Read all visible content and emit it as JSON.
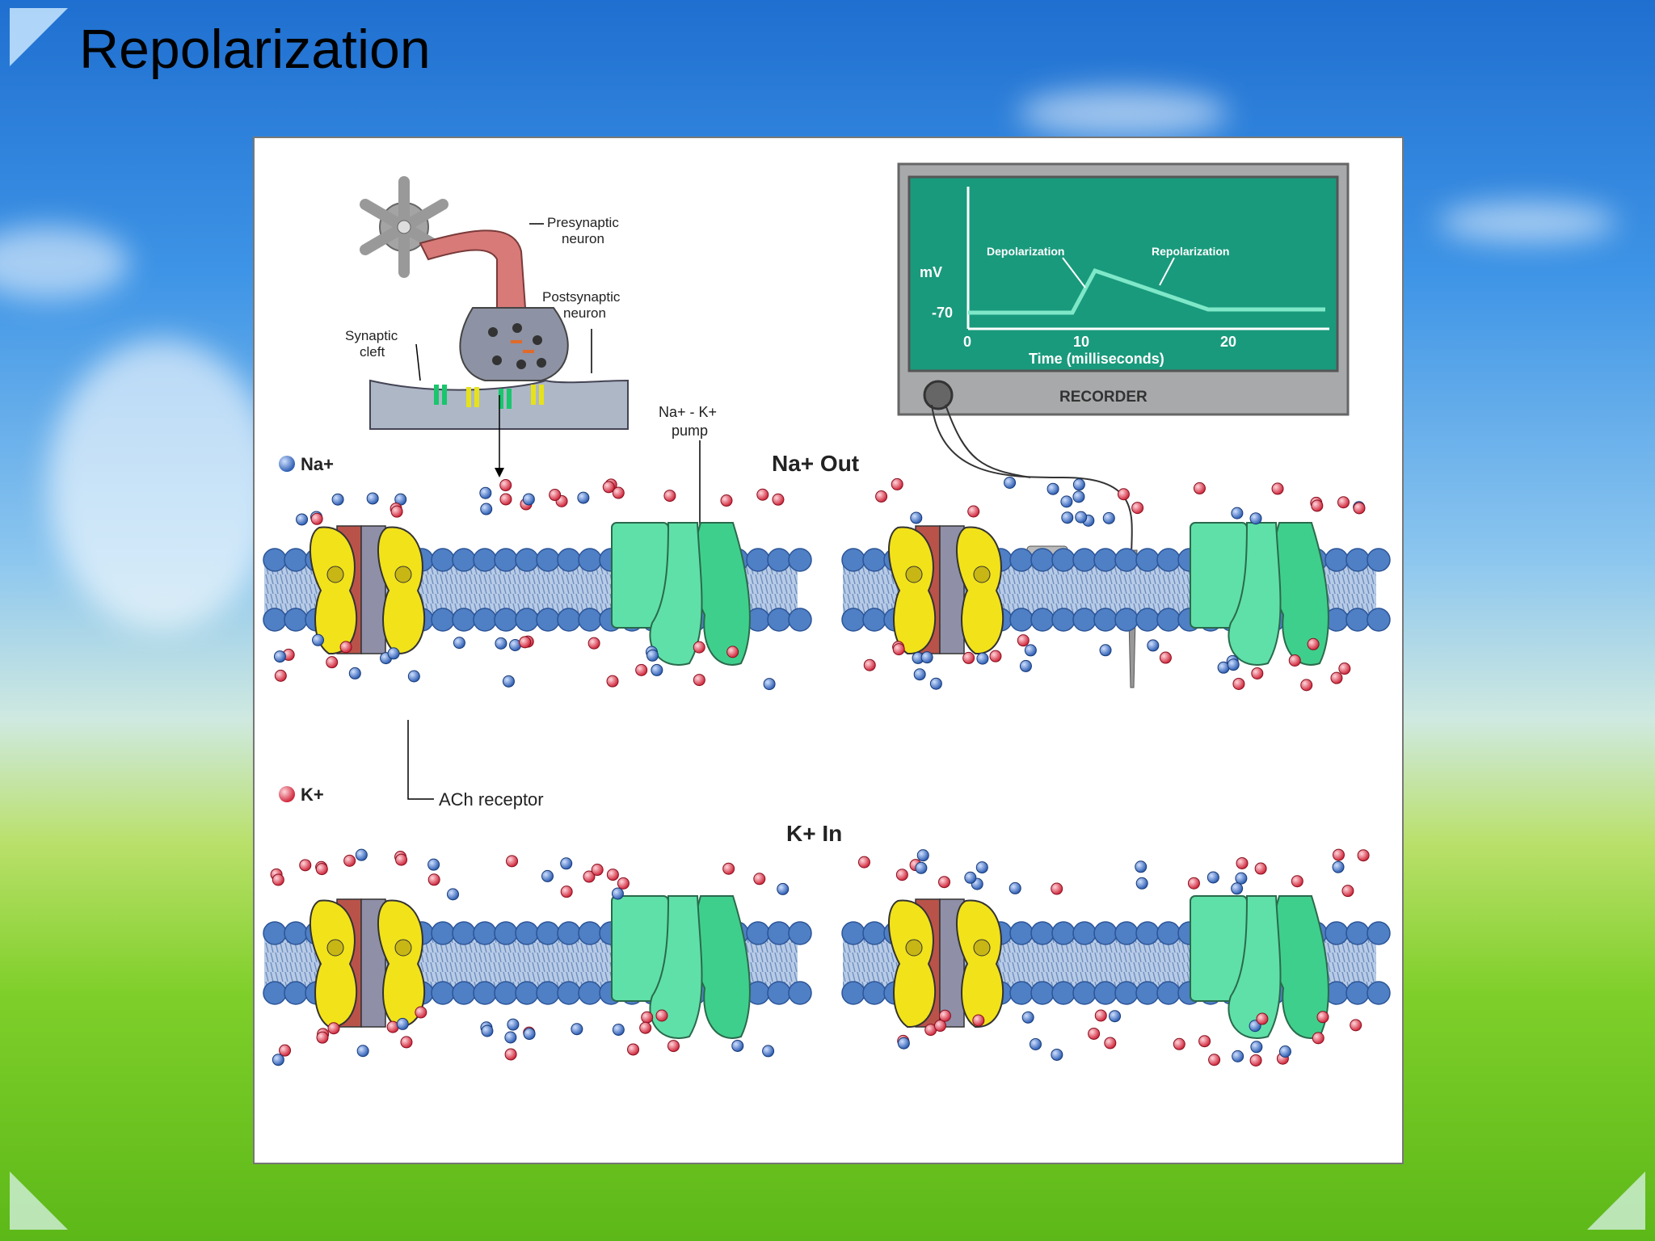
{
  "slide": {
    "title": "Repolarization"
  },
  "diagram": {
    "synapse": {
      "presynaptic_label": [
        "Presynaptic",
        "neuron"
      ],
      "postsynaptic_label": [
        "Postsynaptic",
        "neuron"
      ],
      "cleft_label": [
        "Synaptic",
        "cleft"
      ]
    },
    "pump_label": [
      "Na+ - K+",
      "pump"
    ],
    "legend": {
      "na": "Na+",
      "k": "K+"
    },
    "ach_label": "ACh receptor",
    "na_out_label": "Na+ Out",
    "k_in_label": "K+ In",
    "recorder": {
      "name": "RECORDER",
      "ylabel": "mV",
      "y_tick": "-70",
      "x_ticks": [
        "0",
        "10",
        "20"
      ],
      "xlabel": "Time (milliseconds)",
      "depolarization_label": "Depolarization",
      "repolarization_label": "Repolarization"
    },
    "colors": {
      "na_ion": "#3f6fc4",
      "k_ion": "#e0394a",
      "membrane_head": "#4f7fc4",
      "receptor": "#f2e21a",
      "pump": "#5fe0a8",
      "screen": "#199a7c"
    }
  }
}
